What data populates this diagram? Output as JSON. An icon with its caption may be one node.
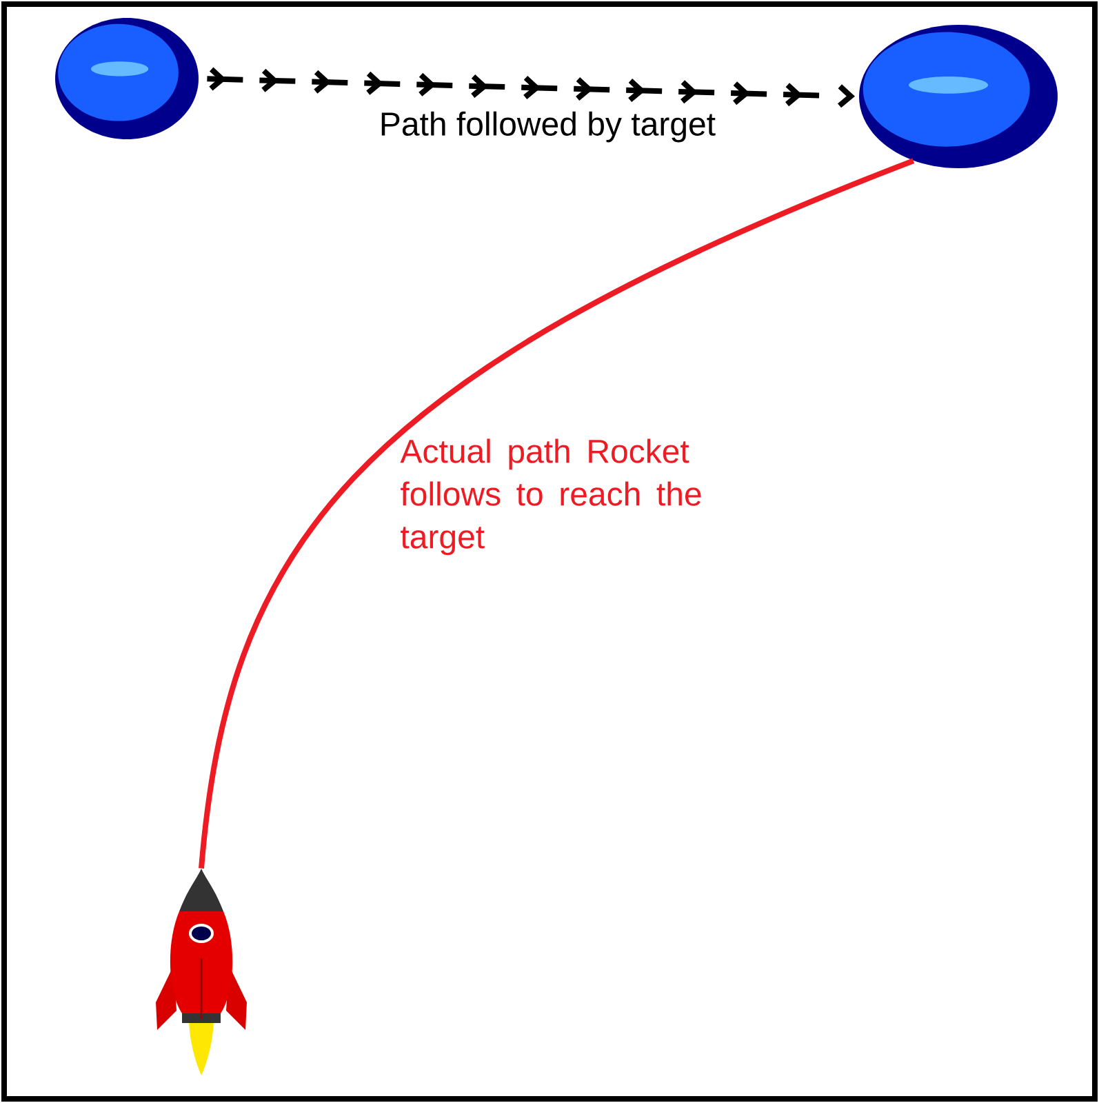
{
  "diagram": {
    "nodes": [
      {
        "text": [],
        "shape": "picture"
      },
      {
        "text": [],
        "shape": "picture"
      },
      {
        "text": [],
        "shape": "picture"
      }
    ],
    "edges": [
      {
        "from": 0,
        "to": 1,
        "arrow": "to",
        "label": "Path followed by target",
        "style": "dashed"
      },
      {
        "from": 2,
        "to": 1,
        "arrow": "none",
        "label": "Actual path Rocket follows to reach the target",
        "color": "#ed1c24"
      }
    ]
  }
}
